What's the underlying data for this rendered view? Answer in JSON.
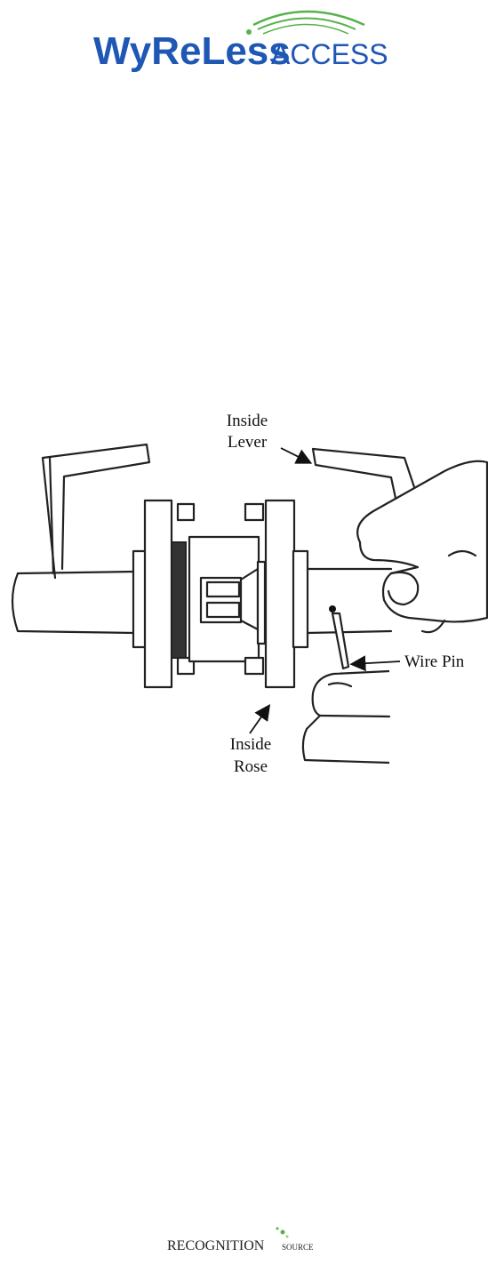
{
  "brand": {
    "wordmark_part1": "WyReLess",
    "wordmark_part2": "ACCESS",
    "primary_color": "#1f57b5",
    "accent_color": "#56b24a"
  },
  "diagram": {
    "callouts": {
      "inside_lever_line1": "Inside",
      "inside_lever_line2": "Lever",
      "wire_pin": "Wire Pin",
      "inside_rose_line1": "Inside",
      "inside_rose_line2": "Rose"
    }
  },
  "footer": {
    "brand_main": "RECOGNITION",
    "brand_sub": "SOURCE"
  }
}
